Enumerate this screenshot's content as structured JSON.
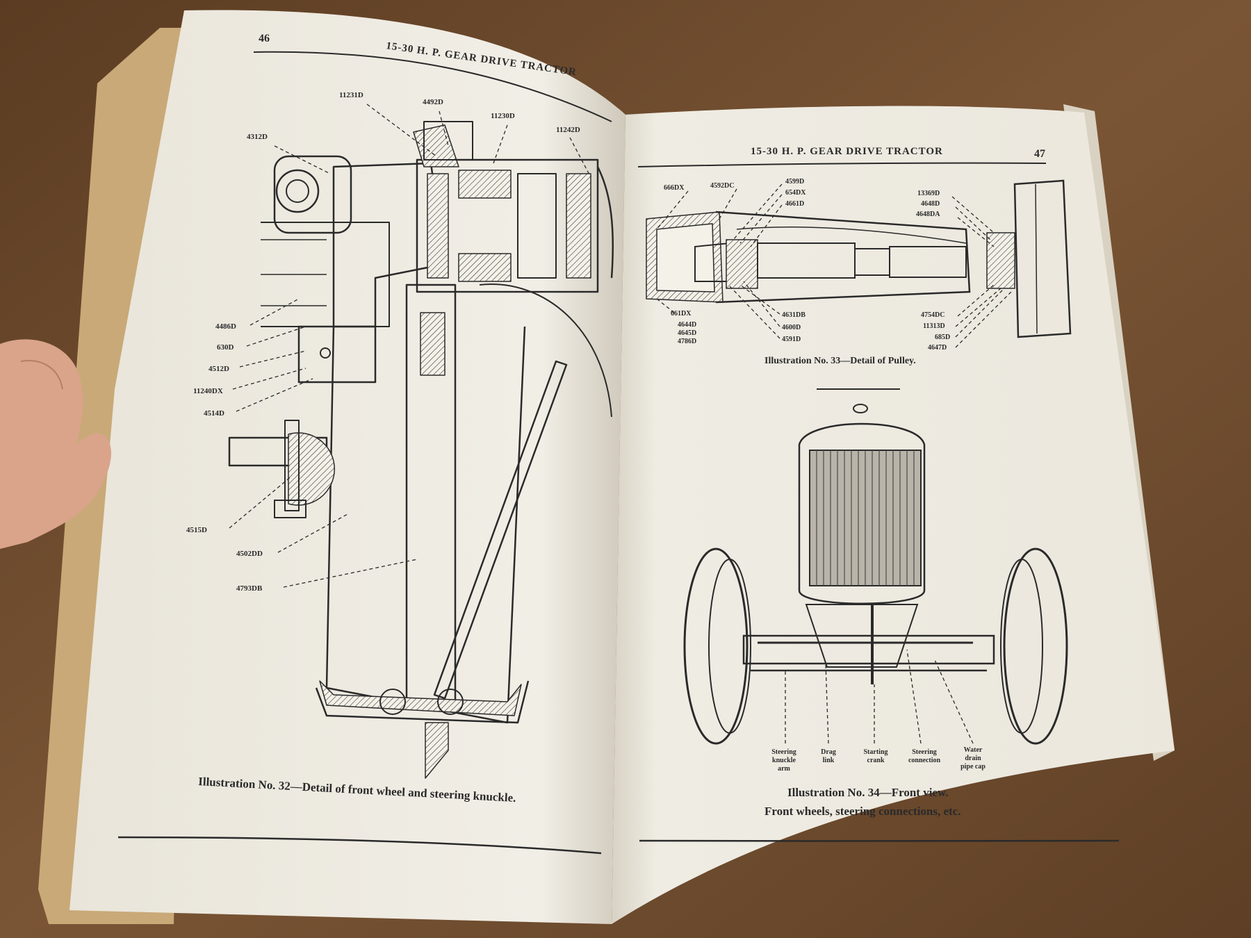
{
  "left_page": {
    "page_number": "46",
    "header": "15-30 H. P. GEAR DRIVE TRACTOR",
    "caption": "Illustration No. 32—Detail of front wheel and steering knuckle.",
    "parts": [
      "11231D",
      "4492D",
      "11230D",
      "11242D",
      "4312D",
      "4486D",
      "630D",
      "4512D",
      "11240DX",
      "4514D",
      "4515D",
      "4502DD",
      "4793DB"
    ]
  },
  "right_page": {
    "page_number": "47",
    "header": "15-30 H. P. GEAR DRIVE TRACTOR",
    "pulley_caption": "Illustration No. 33—Detail of Pulley.",
    "pulley_parts_top": [
      "666DX",
      "4592DC",
      "4599D",
      "654DX",
      "4661D",
      "13369D",
      "4648D",
      "4648DA"
    ],
    "pulley_parts_bottom": [
      "661DX",
      "4644D",
      "4645D",
      "4786D",
      "4631DB",
      "4600D",
      "4591D",
      "4754DC",
      "11313D",
      "685D",
      "4647D"
    ],
    "front_caption_line1": "Illustration No. 34—Front view.",
    "front_caption_line2": "Front wheels, steering connections, etc.",
    "front_labels": [
      [
        "Steering",
        "knuckle",
        "arm"
      ],
      [
        "Drag",
        "link"
      ],
      [
        "Starting",
        "crank"
      ],
      [
        "Steering",
        "connection"
      ],
      [
        "Water",
        "drain",
        "pipe cap"
      ]
    ]
  },
  "colors": {
    "table": "#6b4a2e",
    "paper": "#f2efe6",
    "cover": "#c9a978",
    "ink": "#2a2a2a",
    "skin": "#d9a48a"
  }
}
